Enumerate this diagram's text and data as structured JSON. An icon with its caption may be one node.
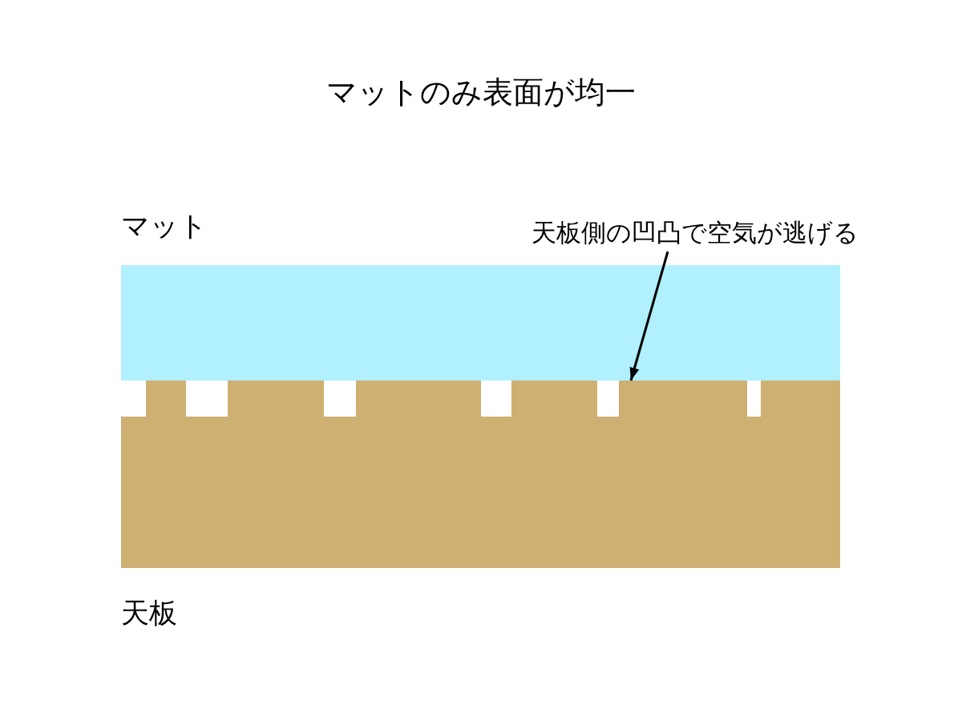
{
  "diagram": {
    "title": "マットのみ表面が均一",
    "nodes": [
      {
        "text": [
          "マット"
        ]
      },
      {
        "text": [
          "天板"
        ]
      },
      {
        "text": [
          "天板側の凹凸で空気が逃げる"
        ]
      }
    ],
    "edges": [
      {
        "from": 2,
        "to": 1,
        "arrow": "to"
      }
    ]
  }
}
